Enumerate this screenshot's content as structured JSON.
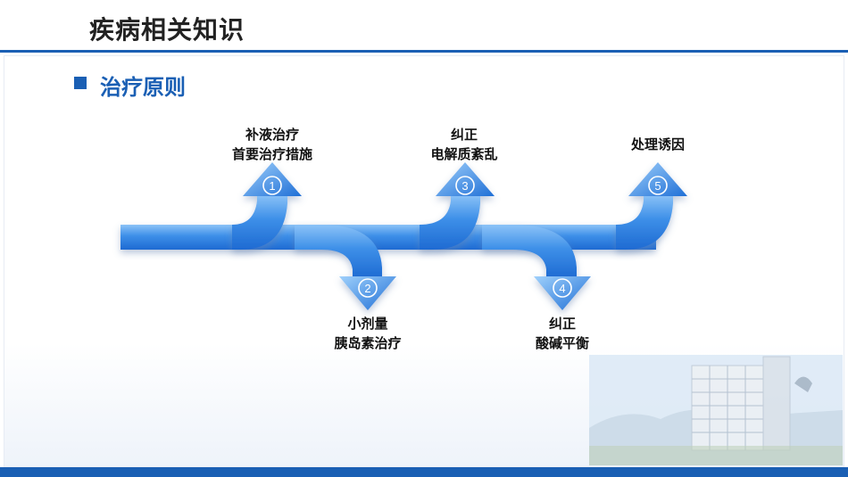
{
  "page_title": "疾病相关知识",
  "section_title": "治疗原则",
  "steps": [
    {
      "num": "1",
      "line1": "补液治疗",
      "line2": "首要治疗措施"
    },
    {
      "num": "2",
      "line1": "小剂量",
      "line2": "胰岛素治疗"
    },
    {
      "num": "3",
      "line1": "纠正",
      "line2": "电解质紊乱"
    },
    {
      "num": "4",
      "line1": "纠正",
      "line2": "酸碱平衡"
    },
    {
      "num": "5",
      "line1": "处理诱因",
      "line2": ""
    }
  ],
  "colors": {
    "brand": "#1a5fb4",
    "arrow_light": "#5aa8f2",
    "arrow_dark": "#1f6fd6"
  }
}
